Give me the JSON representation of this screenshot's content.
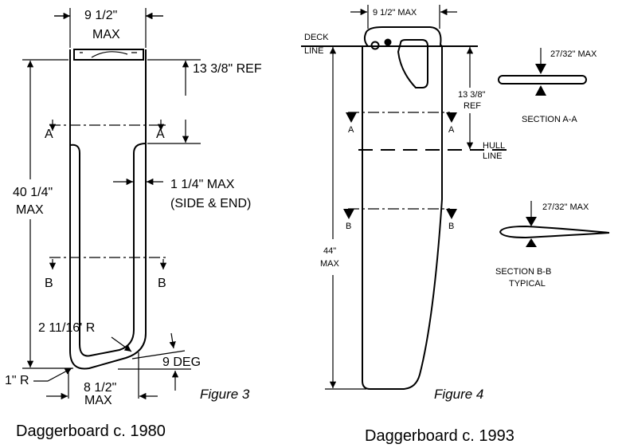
{
  "figure3": {
    "width_top": "9 1/2\"",
    "width_top_sub": "MAX",
    "ref_length": "13 3/8\" REF",
    "section_a": "A",
    "section_b": "B",
    "length": "40 1/4\"",
    "length_sub": "MAX",
    "edge": "1 1/4\" MAX",
    "edge_sub": "(SIDE & END)",
    "corner_radius": "2 11/16' R",
    "angle": "9 DEG",
    "tip_radius": "1\" R",
    "width_bottom": "8 1/2\"",
    "width_bottom_sub": "MAX",
    "figure_label": "Figure 3",
    "caption": "Daggerboard c. 1980"
  },
  "figure4": {
    "width_top": "9 1/2\" MAX",
    "deck": "DECK",
    "deck_sub": "LINE",
    "ref_length": "13 3/8\"",
    "ref_sub": "REF",
    "hull": "HULL",
    "hull_sub": "LINE",
    "section_a": "A",
    "section_b": "B",
    "length": "44\"",
    "length_sub": "MAX",
    "thickness_a": "27/32\" MAX",
    "section_a_label": "SECTION A-A",
    "thickness_b": "27/32\" MAX",
    "section_b_label": "SECTION B-B",
    "section_b_sub": "TYPICAL",
    "figure_label": "Figure 4",
    "caption": "Daggerboard c. 1993"
  }
}
